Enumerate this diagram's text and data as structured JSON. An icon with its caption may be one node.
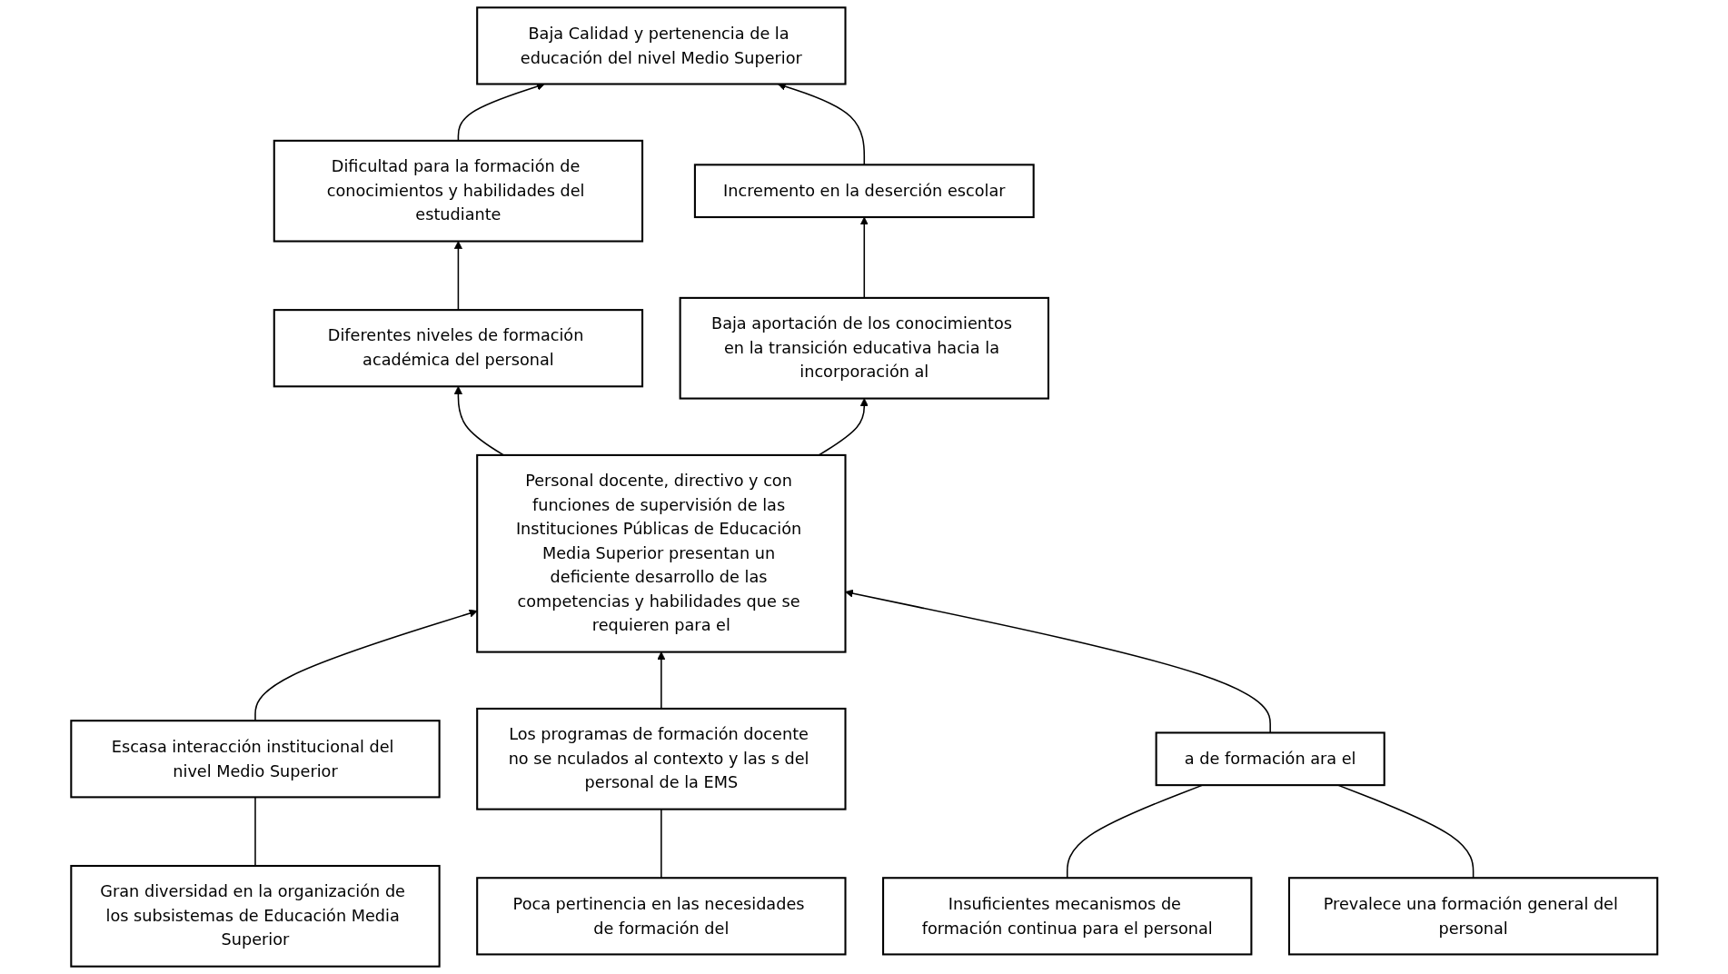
{
  "diagram": {
    "nodes": [
      {
        "text": [
          "Baja Calidad y pertenencia de la educación del nivel Medio Superior"
        ]
      },
      {
        "text": [
          "Dificultad para la formación de conocimientos y habilidades del estudiante"
        ]
      },
      {
        "text": [
          "Incremento en la deserción escolar"
        ]
      },
      {
        "text": [
          "Diferentes niveles de formación académica del personal"
        ]
      },
      {
        "text": [
          "Baja aportación de los conocimientos en la transición educativa hacia la incorporación al"
        ]
      },
      {
        "text": [
          "Personal docente, directivo y con funciones de supervisión de las Instituciones Públicas de Educación Media Superior presentan un deficiente desarrollo de las competencias y habilidades que se requieren para el"
        ]
      },
      {
        "text": [
          "Escasa interacción institucional del nivel Medio Superior"
        ]
      },
      {
        "text": [
          "Gran diversidad en la organización de los subsistemas de Educación Media Superior"
        ]
      },
      {
        "text": [
          "Los programas de formación docente no se nculados al contexto y las s del personal de la EMS"
        ]
      },
      {
        "text": [
          "Poca pertinencia en las necesidades de formación del"
        ]
      },
      {
        "text": [
          "a de formación ara el"
        ]
      },
      {
        "text": [
          "Insuficientes mecanismos de formación continua para el personal"
        ]
      },
      {
        "text": [
          "Prevalece una formación general del personal"
        ]
      }
    ],
    "edges": [
      {
        "from": 1,
        "to": 0,
        "arrow": "to"
      },
      {
        "from": 2,
        "to": 0,
        "arrow": "to"
      },
      {
        "from": 3,
        "to": 1,
        "arrow": "to"
      },
      {
        "from": 4,
        "to": 2,
        "arrow": "to"
      },
      {
        "from": 5,
        "to": 3,
        "arrow": "to"
      },
      {
        "from": 5,
        "to": 4,
        "arrow": "to"
      },
      {
        "from": 6,
        "to": 5,
        "arrow": "to"
      },
      {
        "from": 8,
        "to": 5,
        "arrow": "to"
      },
      {
        "from": 10,
        "to": 5,
        "arrow": "to"
      },
      {
        "from": 7,
        "to": 6,
        "arrow": "none"
      },
      {
        "from": 9,
        "to": 8,
        "arrow": "none"
      },
      {
        "from": 11,
        "to": 10,
        "arrow": "none"
      },
      {
        "from": 12,
        "to": 10,
        "arrow": "none"
      }
    ]
  }
}
